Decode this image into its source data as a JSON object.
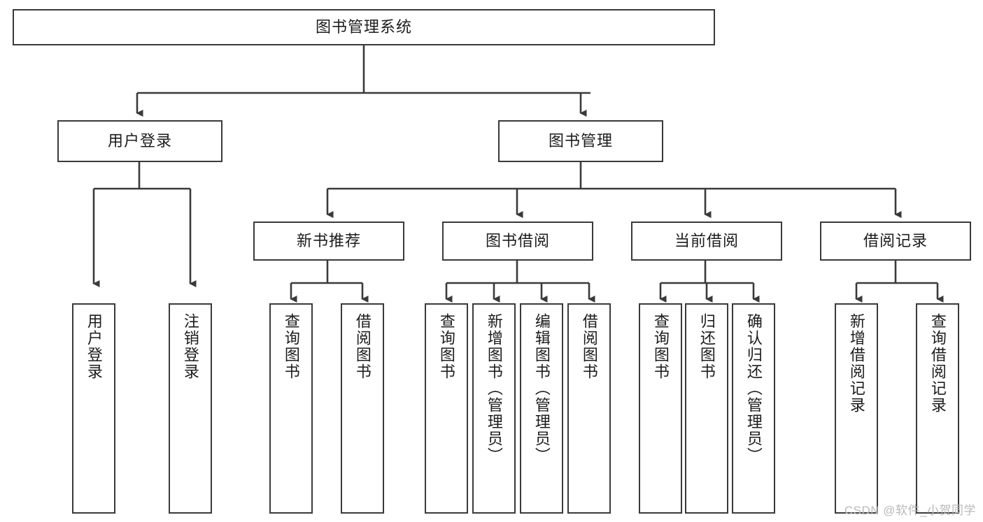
{
  "diagram": {
    "title_node": {
      "label": "图书管理系统"
    },
    "level1": [
      {
        "label": "用户登录"
      },
      {
        "label": "图书管理"
      }
    ],
    "level2": [
      {
        "label": "新书推荐"
      },
      {
        "label": "图书借阅"
      },
      {
        "label": "当前借阅"
      },
      {
        "label": "借阅记录"
      }
    ],
    "leaves": {
      "user_login": [
        {
          "label": "用户登录"
        },
        {
          "label": "注销登录"
        }
      ],
      "new_book": [
        {
          "label": "查询图书"
        },
        {
          "label": "借阅图书"
        }
      ],
      "book_borrow": [
        {
          "label": "查询图书"
        },
        {
          "label": "新增图书（管理员）"
        },
        {
          "label": "编辑图书（管理员）"
        },
        {
          "label": "借阅图书"
        }
      ],
      "current_borrow": [
        {
          "label": "查询图书"
        },
        {
          "label": "归还图书"
        },
        {
          "label": "确认归还（管理员）"
        }
      ],
      "borrow_record": [
        {
          "label": "新增借阅记录"
        },
        {
          "label": "查询借阅记录"
        }
      ]
    },
    "watermark": "CSDN @软件_小贺同学",
    "colors": {
      "stroke": "#3a3a3a",
      "background": "#ffffff",
      "text": "#1c1c1c",
      "watermark": "#b9b9b9"
    }
  }
}
